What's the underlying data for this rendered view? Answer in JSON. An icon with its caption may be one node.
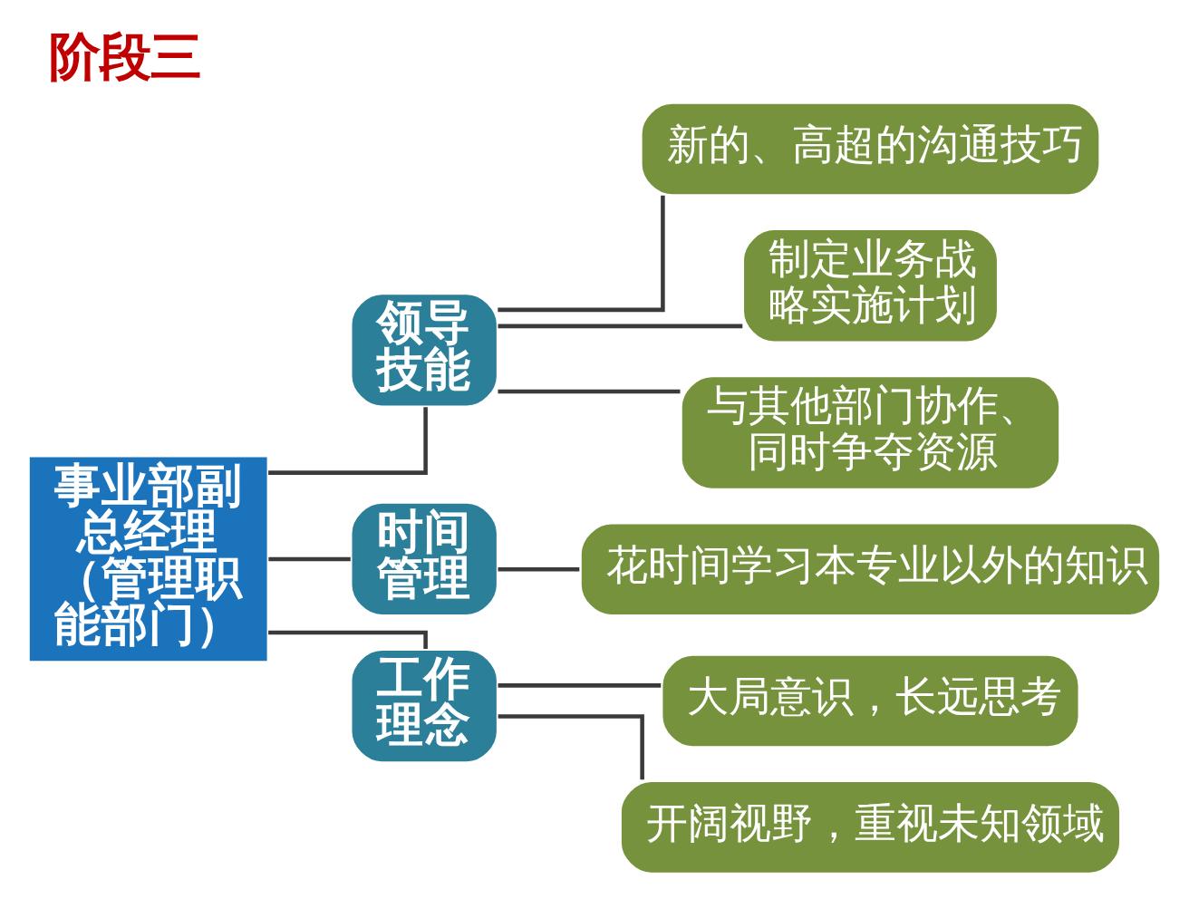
{
  "diagram": {
    "title": "阶段三",
    "nodes": [
      {
        "text": [
          "事业部副总经理（管理职能部门）"
        ]
      },
      {
        "text": [
          "领导技能"
        ]
      },
      {
        "text": [
          "新的、高超的沟通技巧"
        ]
      },
      {
        "text": [
          "制定业务战略实施计划"
        ]
      },
      {
        "text": [
          "与其他部门协作、同时争夺资源"
        ]
      },
      {
        "text": [
          "时间管理"
        ]
      },
      {
        "text": [
          "花时间学习本专业以外的知识"
        ]
      },
      {
        "text": [
          "工作理念"
        ]
      },
      {
        "text": [
          "大局意识，长远思考"
        ]
      },
      {
        "text": [
          "开阔视野，重视未知领域"
        ]
      }
    ],
    "edges": [
      {
        "from": 0,
        "to": 1,
        "arrow": "none"
      },
      {
        "from": 0,
        "to": 5,
        "arrow": "none"
      },
      {
        "from": 0,
        "to": 7,
        "arrow": "none"
      },
      {
        "from": 1,
        "to": 2,
        "arrow": "none"
      },
      {
        "from": 1,
        "to": 3,
        "arrow": "none"
      },
      {
        "from": 1,
        "to": 4,
        "arrow": "none"
      },
      {
        "from": 5,
        "to": 6,
        "arrow": "none"
      },
      {
        "from": 7,
        "to": 8,
        "arrow": "none"
      },
      {
        "from": 7,
        "to": 9,
        "arrow": "none"
      }
    ]
  }
}
